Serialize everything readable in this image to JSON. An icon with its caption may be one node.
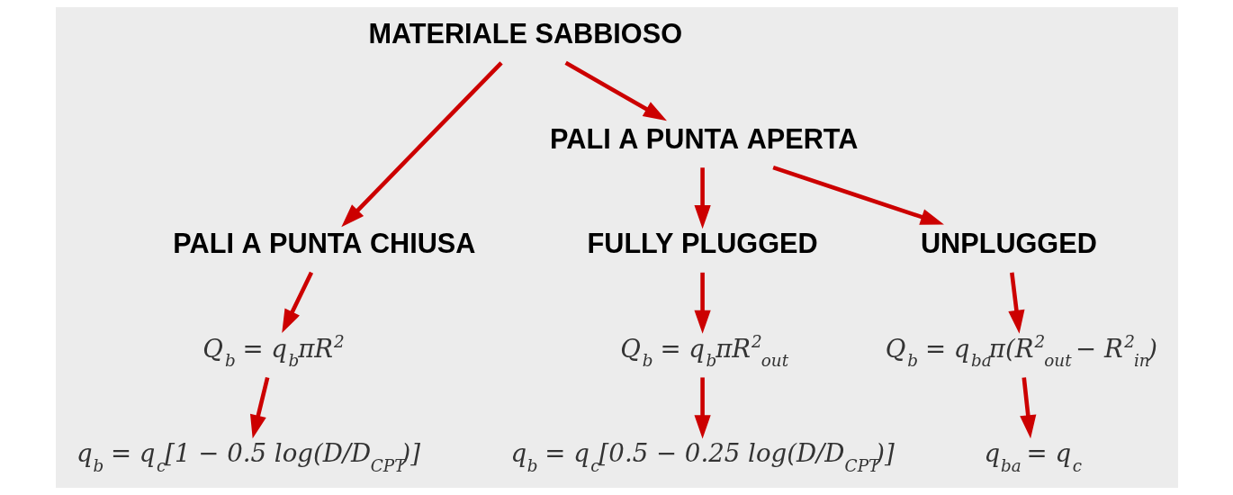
{
  "diagram": {
    "nodes": [
      {
        "text": [
          "MATERIALE SABBIOSO"
        ]
      },
      {
        "text": [
          "PALI A PUNTA CHIUSA"
        ]
      },
      {
        "text": [
          "PALI A PUNTA APERTA"
        ]
      },
      {
        "text": [
          "FULLY PLUGGED"
        ]
      },
      {
        "text": [
          "UNPLUGGED"
        ]
      },
      {
        "text": [
          "Q$_{b}$ = q$_{b}$πR$^{2}$"
        ]
      },
      {
        "text": [
          "Q$_{b}$ = q$_{b}$πR$^{2}$$_{out}$"
        ]
      },
      {
        "text": [
          "Q$_{b}$ = q$_{ba}$π(R$^{2}$$_{out}$ − R$^{2}$$_{in}$)"
        ]
      },
      {
        "text": [
          "q$_{b}$ = q$_{c}$[1 − 0.5 log(D/D$_{CPT}$)]"
        ]
      },
      {
        "text": [
          "q$_{b}$ = q$_{c}$[0.5 − 0.25 log(D/D$_{CPT}$)]"
        ]
      },
      {
        "text": [
          "q$_{ba}$ = q$_{c}$"
        ]
      }
    ],
    "edges": [
      {
        "from": 0,
        "to": 1,
        "arrow": "to"
      },
      {
        "from": 0,
        "to": 2,
        "arrow": "to"
      },
      {
        "from": 2,
        "to": 3,
        "arrow": "to"
      },
      {
        "from": 2,
        "to": 4,
        "arrow": "to"
      },
      {
        "from": 1,
        "to": 5,
        "arrow": "to"
      },
      {
        "from": 3,
        "to": 6,
        "arrow": "to"
      },
      {
        "from": 4,
        "to": 7,
        "arrow": "to"
      },
      {
        "from": 5,
        "to": 8,
        "arrow": "to"
      },
      {
        "from": 6,
        "to": 9,
        "arrow": "to"
      },
      {
        "from": 7,
        "to": 10,
        "arrow": "to"
      }
    ]
  }
}
